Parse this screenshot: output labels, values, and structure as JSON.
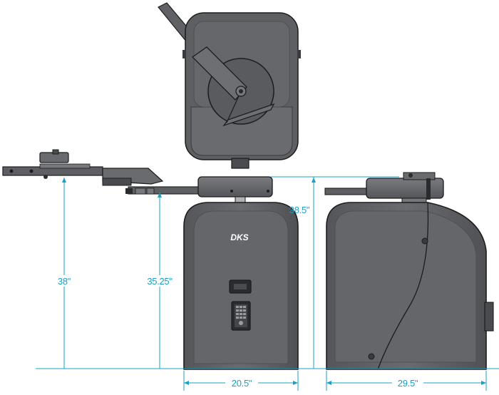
{
  "brand": {
    "logo_text": "DKS"
  },
  "dimensions": {
    "arm_height": "38\"",
    "arm_pivot_height": "35.25\"",
    "overall_height": "38.5\"",
    "front_width": "20.5\"",
    "side_depth": "29.5\""
  },
  "colors": {
    "dimension_line": "#1aa0c8",
    "body_dark": "#4a4b4f",
    "body_mid": "#6c6d71",
    "body_light": "#8a8b8f",
    "outline": "#1c1c1e"
  }
}
